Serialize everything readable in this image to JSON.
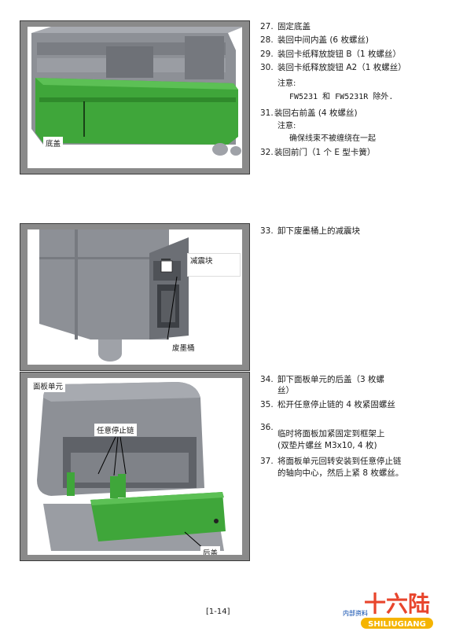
{
  "steps_top": [
    {
      "num": "27.",
      "text": "固定底盖"
    },
    {
      "num": "28.",
      "text": "装回中间内盖 (6 枚螺丝)"
    },
    {
      "num": "29.",
      "text": "装回卡纸释放旋钮 B（1 枚螺丝）"
    },
    {
      "num": "30.",
      "text": "装回卡纸释放旋钮 A2（1 枚螺丝）"
    }
  ],
  "note1_label": "注意:",
  "note1_text": "FW5231 和 FW5231R 除外.",
  "step31": {
    "num": "31.",
    "text": "装回右前盖 (4 枚螺丝)"
  },
  "note2_label": "注意:",
  "note2_text": "确保线束不被缠绕在一起",
  "step32": {
    "num": "32.",
    "text": "装回前门（1 个 E 型卡簧）"
  },
  "step33": {
    "num": "33.",
    "text": "卸下废墨桶上的减震块"
  },
  "step34": {
    "num": "34.",
    "text": "卸下面板单元的后盖（3 枚螺",
    "text2": "丝）"
  },
  "step35": {
    "num": "35.",
    "text": "松开任意停止链的 4 枚紧固螺丝"
  },
  "step36": {
    "num": "36.",
    "text": "临时将面板加紧固定到框架上",
    "text2": "(双垫片螺丝 M3x10, 4 枚)"
  },
  "step37": {
    "num": "37.",
    "text": "将面板单元回转安装到任意停止链",
    "text2": "的轴向中心，然后上紧 8 枚螺丝。"
  },
  "fig1": {
    "label_bottom_cover": "底盖"
  },
  "fig2": {
    "label_damper": "减震块",
    "label_tank": "废墨桶"
  },
  "fig3": {
    "label_panel": "面板单元",
    "label_chain": "任意停止链",
    "label_rear": "后盖"
  },
  "footer": {
    "page": "[1-14]",
    "text": "内部资料",
    "logo_cn": "十六陆",
    "logo_en": "SHILIUGIANG"
  },
  "colors": {
    "accent_green": "#3fa63a",
    "machine_grey": "#8d9096",
    "frame": "#8a8a8a"
  }
}
